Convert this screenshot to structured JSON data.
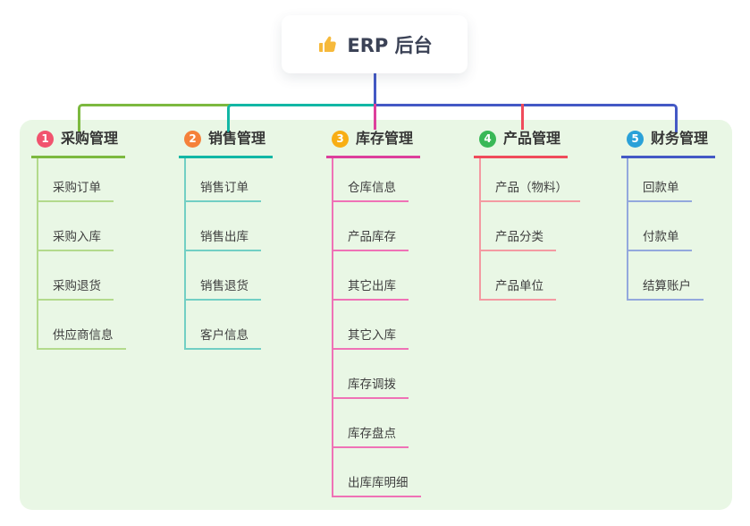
{
  "root": {
    "label": "ERP 后台",
    "icon": "thumbs-up-icon"
  },
  "branches": [
    {
      "number": "1",
      "label": "采购管理",
      "badge_color": "#f1536e",
      "line_color": "#7cb93f",
      "light_color": "#b3da8c",
      "children": [
        "采购订单",
        "采购入库",
        "采购退货",
        "供应商信息"
      ]
    },
    {
      "number": "2",
      "label": "销售管理",
      "badge_color": "#f5813a",
      "line_color": "#12b7a5",
      "light_color": "#72cfc4",
      "children": [
        "销售订单",
        "销售出库",
        "销售退货",
        "客户信息"
      ]
    },
    {
      "number": "3",
      "label": "库存管理",
      "badge_color": "#f8ae14",
      "line_color": "#dd3f9c",
      "light_color": "#ef72b6",
      "children": [
        "仓库信息",
        "产品库存",
        "其它出库",
        "其它入库",
        "库存调拨",
        "库存盘点",
        "出库库明细"
      ]
    },
    {
      "number": "4",
      "label": "产品管理",
      "badge_color": "#39b857",
      "line_color": "#f04b5b",
      "light_color": "#f49aa2",
      "children": [
        "产品（物料）",
        "产品分类",
        "产品单位"
      ]
    },
    {
      "number": "5",
      "label": "财务管理",
      "badge_color": "#2aa1d8",
      "line_color": "#4459c5",
      "light_color": "#93a8dd",
      "children": [
        "回款单",
        "付款单",
        "结算账户"
      ]
    }
  ],
  "colors": {
    "canvas_bg": "#ffffff",
    "panel_bg": "#e9f7e5",
    "root_drop_line": "#4459c5",
    "title_text": "#363636",
    "child_text": "#3f3f3f"
  }
}
